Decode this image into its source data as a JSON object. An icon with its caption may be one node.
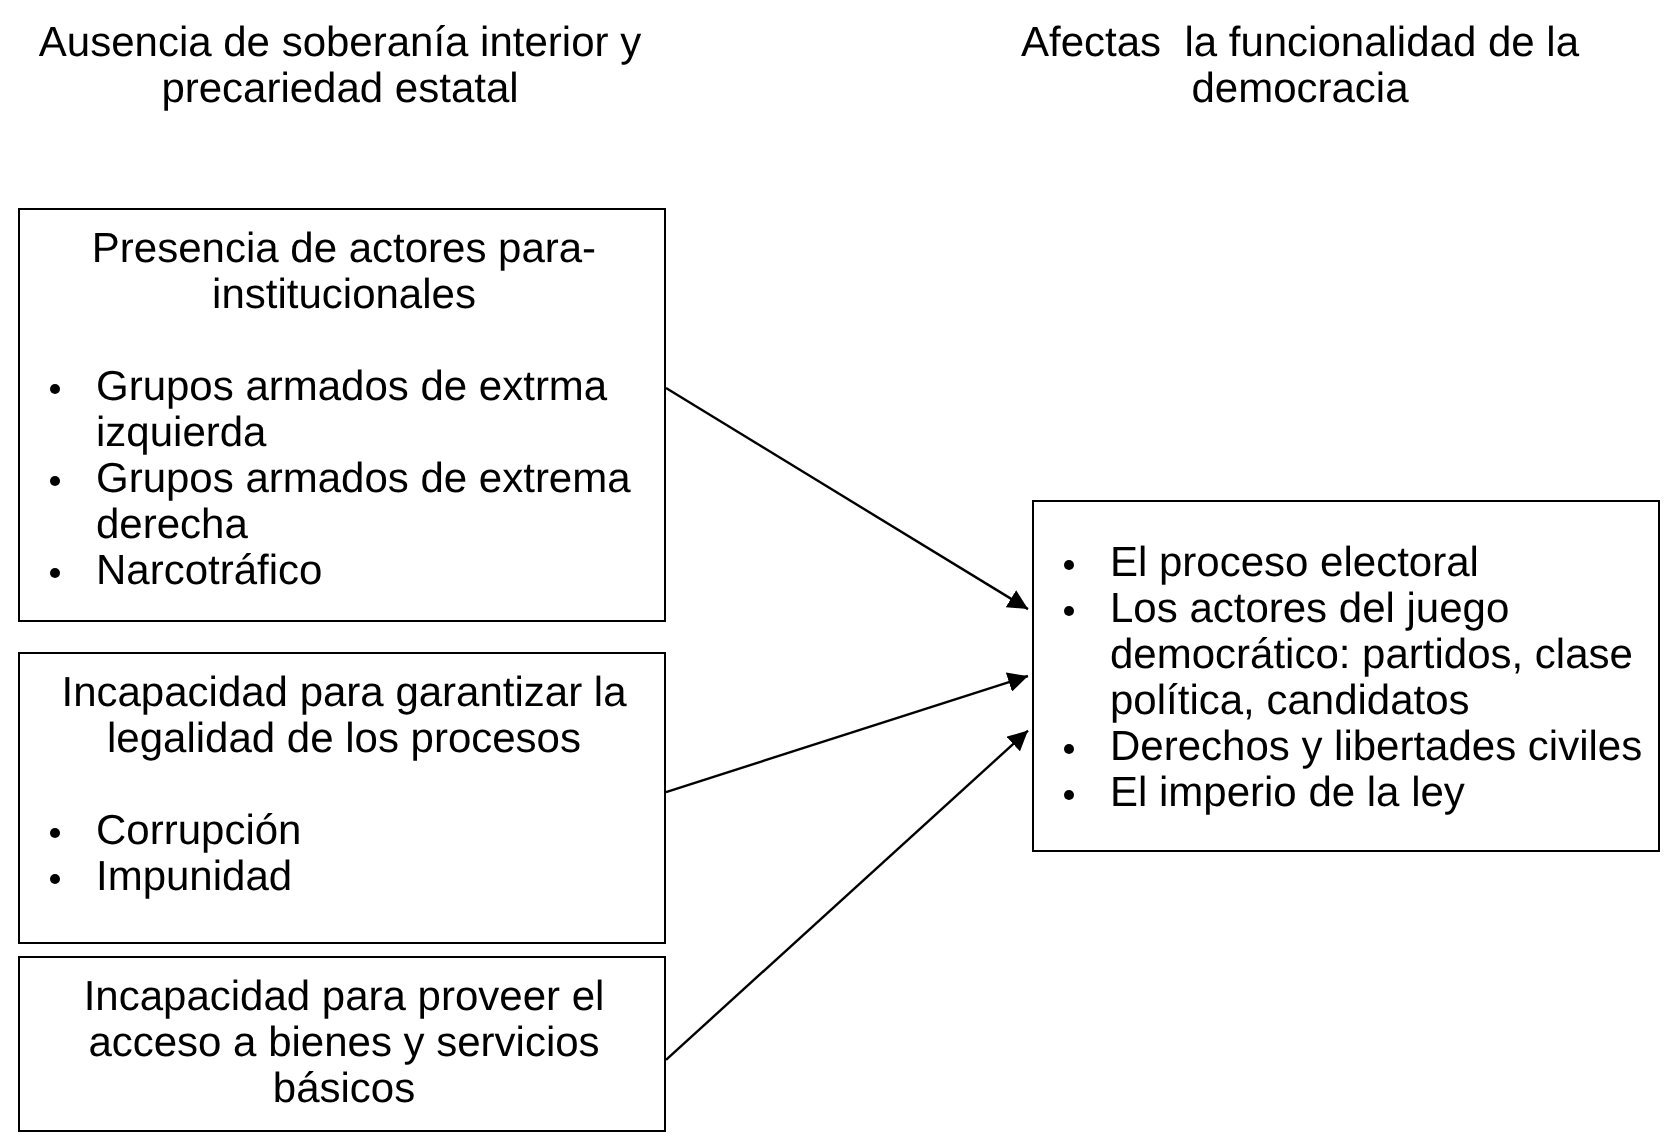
{
  "diagram": {
    "nodes": [
      {
        "text": [
          "Presencia de actores para-institucionales",
          "Grupos armados de extrma izquierda",
          "Grupos armados de extrema derecha",
          "Narcotráfico"
        ]
      },
      {
        "text": [
          "Incapacidad para garantizar la legalidad de los procesos",
          "Corrupción",
          "Impunidad"
        ]
      },
      {
        "text": [
          "Incapacidad para proveer el acceso a bienes y servicios básicos"
        ]
      },
      {
        "text": [
          "El proceso electoral",
          "Los actores del juego democrático: partidos, clase política, candidatos",
          "Derechos y libertades civiles",
          "El imperio de la ley"
        ]
      }
    ],
    "edges": [
      {
        "from": 0,
        "to": 3,
        "arrow": "to"
      },
      {
        "from": 1,
        "to": 3,
        "arrow": "to"
      },
      {
        "from": 2,
        "to": 3,
        "arrow": "to"
      }
    ],
    "labels": [
      "Ausencia de soberanía interior y precariedad estatal",
      "Afectas  la funcionalidad de la democracia"
    ]
  }
}
